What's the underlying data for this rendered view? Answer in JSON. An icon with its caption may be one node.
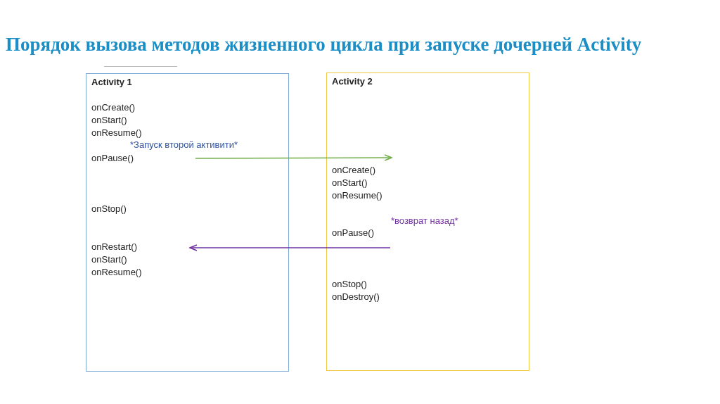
{
  "diagram": {
    "title": "Порядок вызова методов жизненного цикла при запуске дочерней Activity",
    "nodes": [
      {
        "text": [
          "Activity 1",
          "onCreate()",
          "onStart()",
          "onResume()",
          "onPause()",
          "onStop()",
          "onRestart()",
          "onStart()",
          "onResume()"
        ]
      },
      {
        "text": [
          "Activity 2",
          "onCreate()",
          "onStart()",
          "onResume()",
          "onPause()",
          "onStop()",
          "onDestroy()"
        ]
      }
    ],
    "edges": [
      {
        "from": 0,
        "to": 1,
        "arrow": "to",
        "label": "*Запуск второй активити*",
        "color": "#70ad47"
      },
      {
        "from": 1,
        "to": 0,
        "arrow": "to",
        "label": "*возврат назад*",
        "color": "#7030a0"
      }
    ]
  }
}
